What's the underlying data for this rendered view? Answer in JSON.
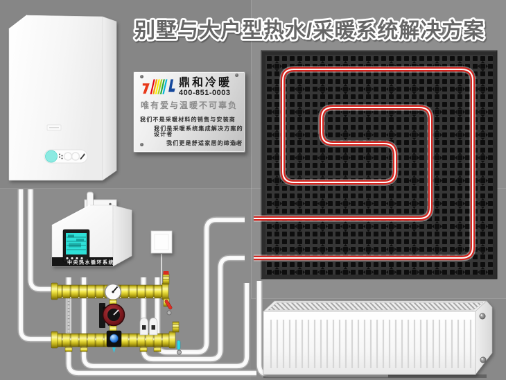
{
  "title": "别墅与大户型热水/采暖系统解决方案",
  "plaque": {
    "brand": "鼎和冷暖",
    "phone": "400-851-0003",
    "slogan": "唯有爱与温暖不可辜负",
    "line1": "我们不是采暖材料的销售与安装商",
    "line2": "我们是采暖系统集成解决方案的设计者",
    "line3": "我们更是舒适家居的缔造者"
  },
  "tank_label": "中央热水循环系统",
  "colors": {
    "background": "#868686",
    "heating_pipe_red": "#d5241e",
    "pipe_white": "#f6f6f6",
    "manifold_brass": "#f6ec52",
    "pump_body_red": "#701318",
    "lcd_cyan": "#2fe0d8",
    "boiler_display_cyan": "#8ceae2",
    "mat_dark": "#363636",
    "valve_red": "#e03024",
    "valve_cyan": "#30d8e8"
  }
}
